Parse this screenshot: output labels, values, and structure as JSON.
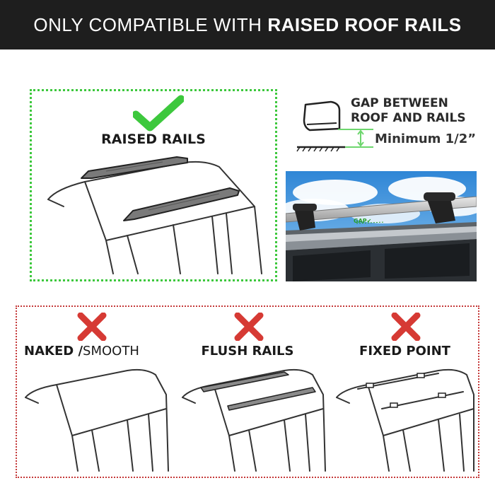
{
  "banner": {
    "prefix": "ONLY COMPATIBLE WITH",
    "emphasis": "RAISED ROOF RAILS"
  },
  "compatible": {
    "label": "RAISED RAILS",
    "status_icon": "checkmark-icon",
    "status_color": "#3dc83d"
  },
  "gap_info": {
    "title_line1": "GAP BETWEEN",
    "title_line2": "ROOF AND RAILS",
    "minimum": "Minimum 1/2”",
    "photo_tag": "GAP✔",
    "accent_color": "#6dd66d"
  },
  "incompatible": {
    "status_icon": "cross-icon",
    "status_color": "#d63a34",
    "items": [
      {
        "label_bold": "NAKED /",
        "label_thin": "SMOOTH"
      },
      {
        "label": "FLUSH RAILS"
      },
      {
        "label": "FIXED POINT"
      }
    ]
  }
}
